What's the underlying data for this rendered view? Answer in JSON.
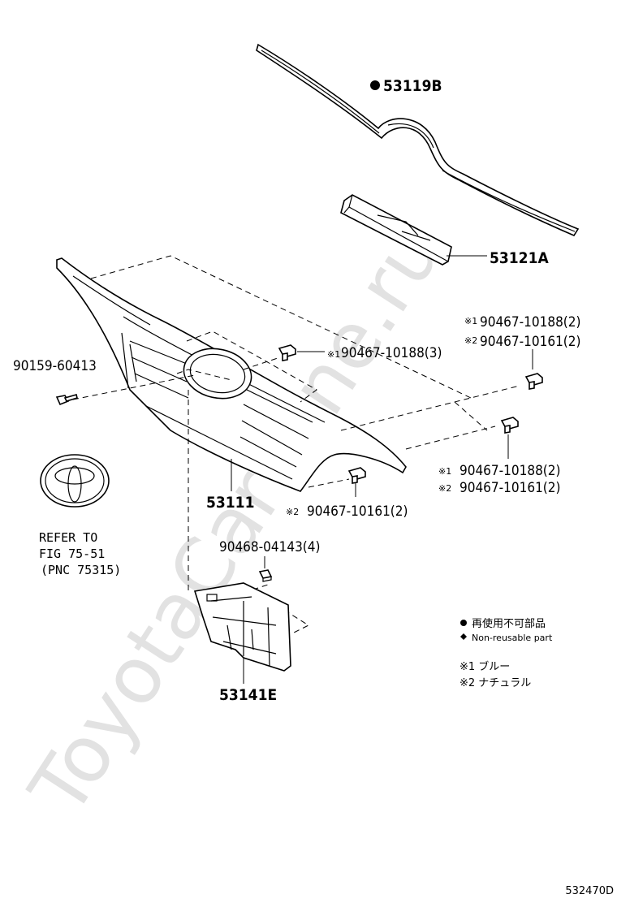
{
  "watermark": "ToyotaCarMine.ru",
  "parts": {
    "molding_upper": "53119B",
    "molding_center": "53121A",
    "grille": "53111",
    "bracket": "53141E"
  },
  "fasteners": {
    "bolt": "90159-60413",
    "clip_center": "90467-10188(3)",
    "clip_right_1": "90467-10188(2)",
    "clip_right_2": "90467-10161(2)",
    "clip_lower_1": "90467-10188(2)",
    "clip_lower_2": "90467-10161(2)",
    "clip_bottom": "90467-10161(2)",
    "nut": "90468-04143(4)"
  },
  "marks": {
    "note1": "※1",
    "note2": "※2"
  },
  "reference": {
    "line1": "REFER TO",
    "line2": "FIG 75-51",
    "line3": "(PNC 75315)"
  },
  "legend": {
    "nonreusable_jp": "再使用不可部品",
    "nonreusable_en": "Non-reusable part",
    "note1": "※1 ブルー",
    "note2": "※2 ナチュラル"
  },
  "diagram_code": "532470D"
}
